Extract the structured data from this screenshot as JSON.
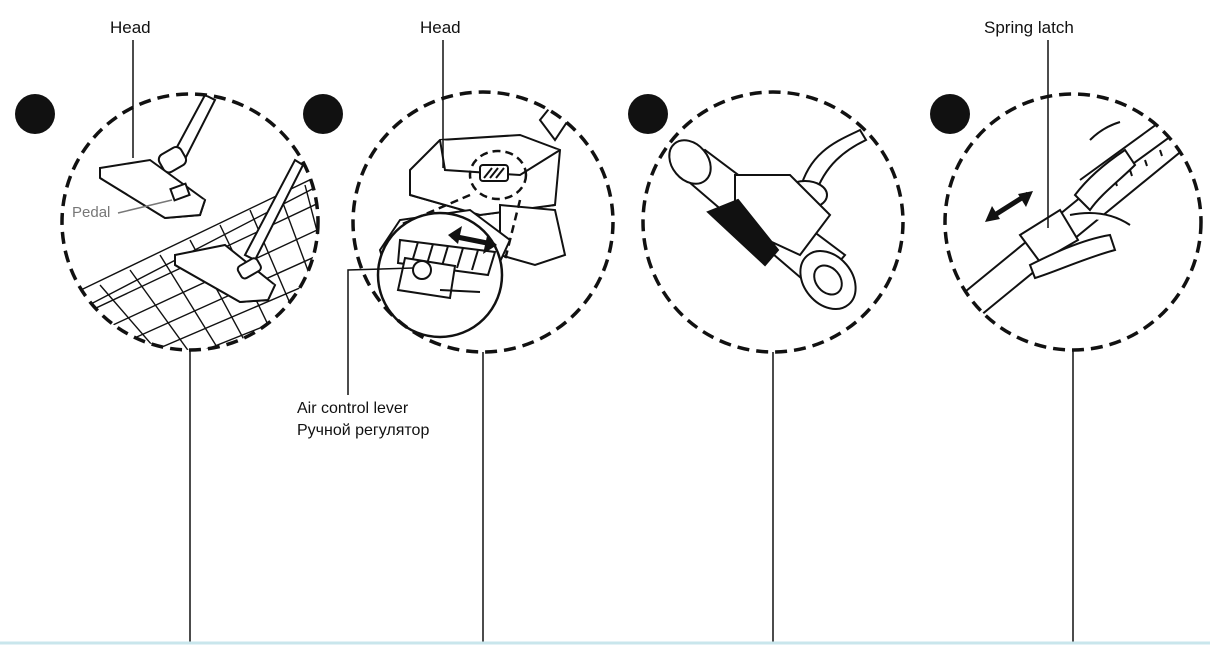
{
  "panels": [
    {
      "label": "Head",
      "pedal_label": "Pedal"
    },
    {
      "label": "Head",
      "lever_label_en": "Air control lever",
      "lever_label_ru": "Ручной регулятор"
    },
    {},
    {
      "label": "Spring latch"
    }
  ],
  "colors": {
    "ink": "#111111",
    "gray_label": "#777777",
    "footer_line": "#c9e6ec"
  }
}
